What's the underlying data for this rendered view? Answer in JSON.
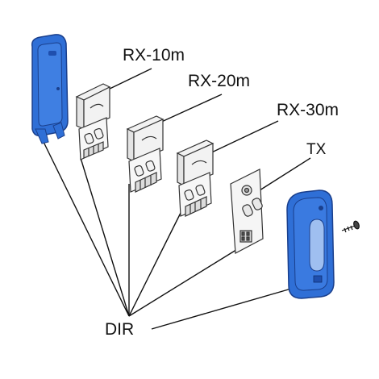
{
  "labels": {
    "rx10": "RX-10m",
    "rx20": "RX-20m",
    "rx30": "RX-30m",
    "tx": "TX",
    "dir": "DIR"
  },
  "colors": {
    "housing_blue": "#2f6fd6",
    "housing_blue_dark": "#1f4fae",
    "housing_blue_light": "#5a92ea",
    "line": "#111111",
    "board": "#f2f2f2",
    "board_edge": "#333333"
  }
}
